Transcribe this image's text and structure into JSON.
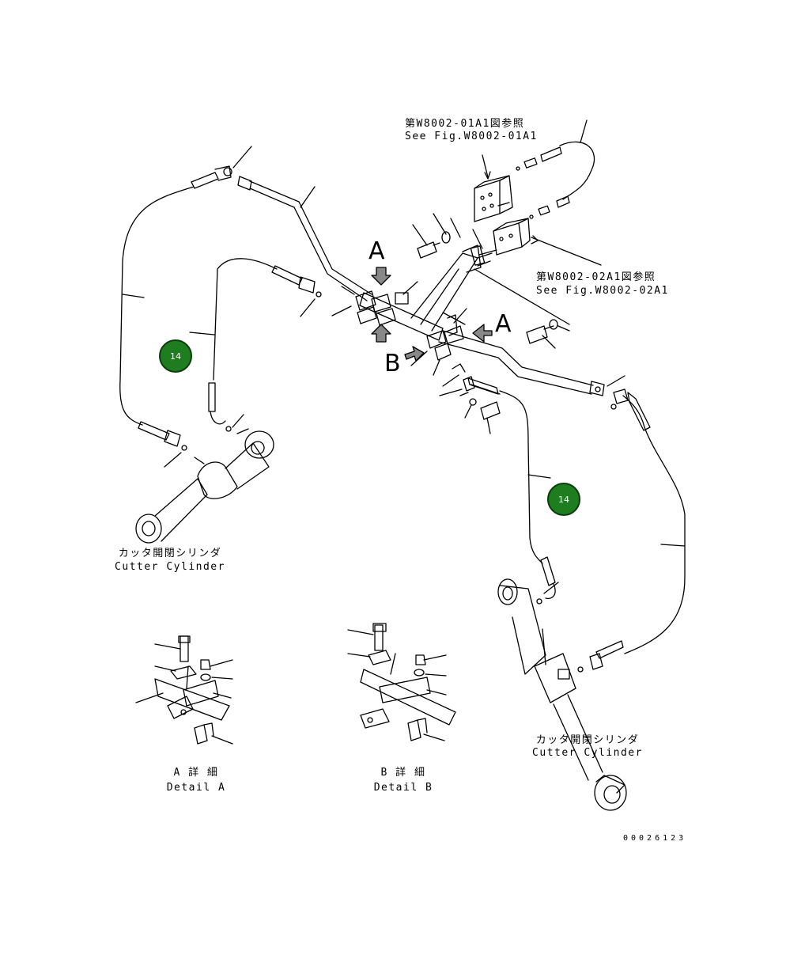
{
  "references": {
    "top_jp": "第W8002-01A1図参照",
    "top_en": "See Fig.W8002-01A1",
    "mid_jp": "第W8002-02A1図参照",
    "mid_en": "See Fig.W8002-02A1"
  },
  "cylinder_left": {
    "jp": "カッタ開閉シリンダ",
    "en": "Cutter Cylinder"
  },
  "cylinder_right": {
    "jp": "カッタ開閉シリンダ",
    "en": "Cutter Cylinder"
  },
  "view_markers": {
    "a1": "A",
    "a2": "A",
    "b": "B"
  },
  "detail_a": {
    "jp": "A 詳 細",
    "en": "Detail A"
  },
  "detail_b": {
    "jp": "B 詳 細",
    "en": "Detail B"
  },
  "badges": {
    "left": "14",
    "right": "14"
  },
  "drawing_number": "00026123",
  "colors": {
    "badge": "#1e7d1e",
    "line": "#000000"
  }
}
